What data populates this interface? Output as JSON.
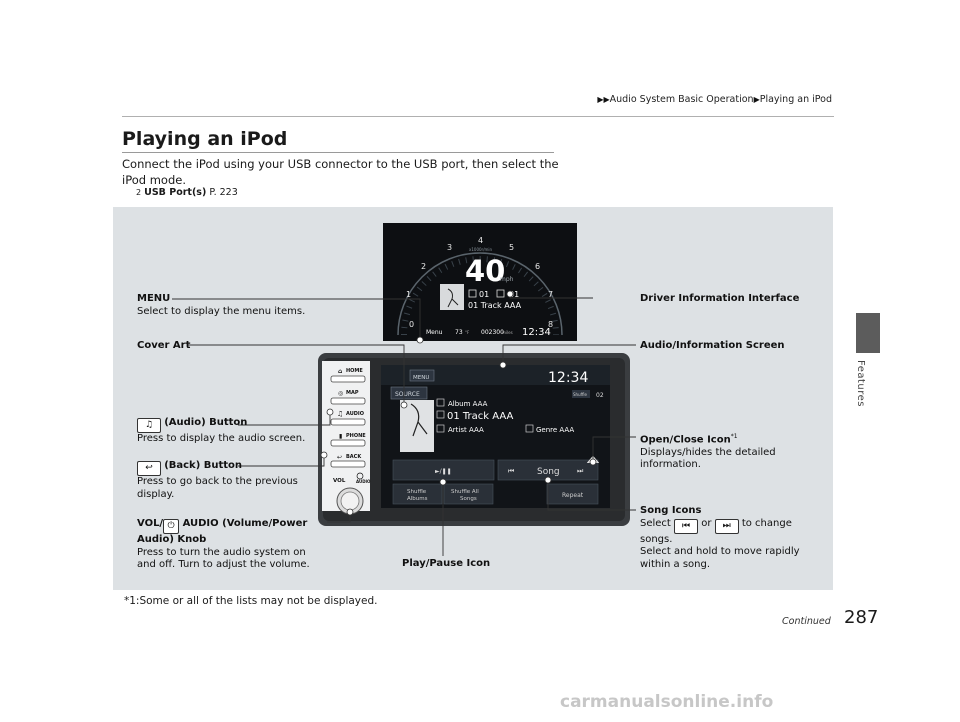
{
  "breadcrumb": {
    "section": "Audio System Basic Operation",
    "page": "Playing an iPod"
  },
  "title": "Playing an iPod",
  "intro": "Connect the iPod using your USB connector to the USB port, then select the iPod mode.",
  "reference": {
    "label": "USB Port(s)",
    "page": "P. 223"
  },
  "side_tab": "Features",
  "cluster": {
    "speed": "40",
    "speed_unit": "mph",
    "rpm_label": "x1000r/min",
    "tach_numbers": [
      "0",
      "1",
      "2",
      "3",
      "4",
      "5",
      "6",
      "7",
      "8"
    ],
    "disc": "01",
    "track_no": "01",
    "track": "01 Track AAA",
    "menu": "Menu",
    "temp": "73",
    "temp_unit": "°F",
    "odo": "002300",
    "odo_unit": "miles",
    "clock": "12:34"
  },
  "head_unit": {
    "buttons": [
      "HOME",
      "MAP",
      "AUDIO",
      "PHONE",
      "BACK"
    ],
    "vol": "VOL",
    "audio_small": "AUDIO",
    "menu": "MENU",
    "clock": "12:34",
    "source": "SOURCE",
    "mode": "Shuffle",
    "track_num": "02",
    "album": "Album AAA",
    "track": "01 Track AAA",
    "artist": "Artist AAA",
    "genre": "Genre AAA",
    "play_pause": "►/❚❚",
    "song": "Song",
    "shuffle_albums": [
      "Shuffle",
      "Albums"
    ],
    "shuffle_all": [
      "Shuffle All",
      "Songs"
    ],
    "repeat": "Repeat"
  },
  "callouts": {
    "menu_title": "MENU",
    "menu_desc": "Select to display the menu items.",
    "cover_art": "Cover Art",
    "audio_button_title": "(Audio) Button",
    "audio_button_desc": "Press to display the audio screen.",
    "back_button_title": "(Back) Button",
    "back_button_desc1": "Press to go back to the previous",
    "back_button_desc2": "display.",
    "vol_title1": "VOL/",
    "vol_title2": " AUDIO (Volume/Power",
    "vol_title3": "Audio) Knob",
    "vol_desc1": "Press to turn the audio system on",
    "vol_desc2": "and off. Turn to adjust the volume.",
    "play_pause": "Play/Pause Icon",
    "dii": "Driver Information Interface",
    "ais": "Audio/Information Screen",
    "openclose_title": "Open/Close Icon",
    "openclose_sup": "*1",
    "openclose_desc1": "Displays/hides the detailed",
    "openclose_desc2": "information.",
    "song_title": "Song Icons",
    "song_desc_pre": "Select",
    "song_desc_or": "or",
    "song_desc_post": "to change",
    "song_desc2": "songs.",
    "song_desc3": "Select and hold to move rapidly",
    "song_desc4": "within a song."
  },
  "footnote": "*1:Some or all of the lists may not be displayed.",
  "continued": "Continued",
  "page_number": "287",
  "watermark": "carmanualsonline.info"
}
